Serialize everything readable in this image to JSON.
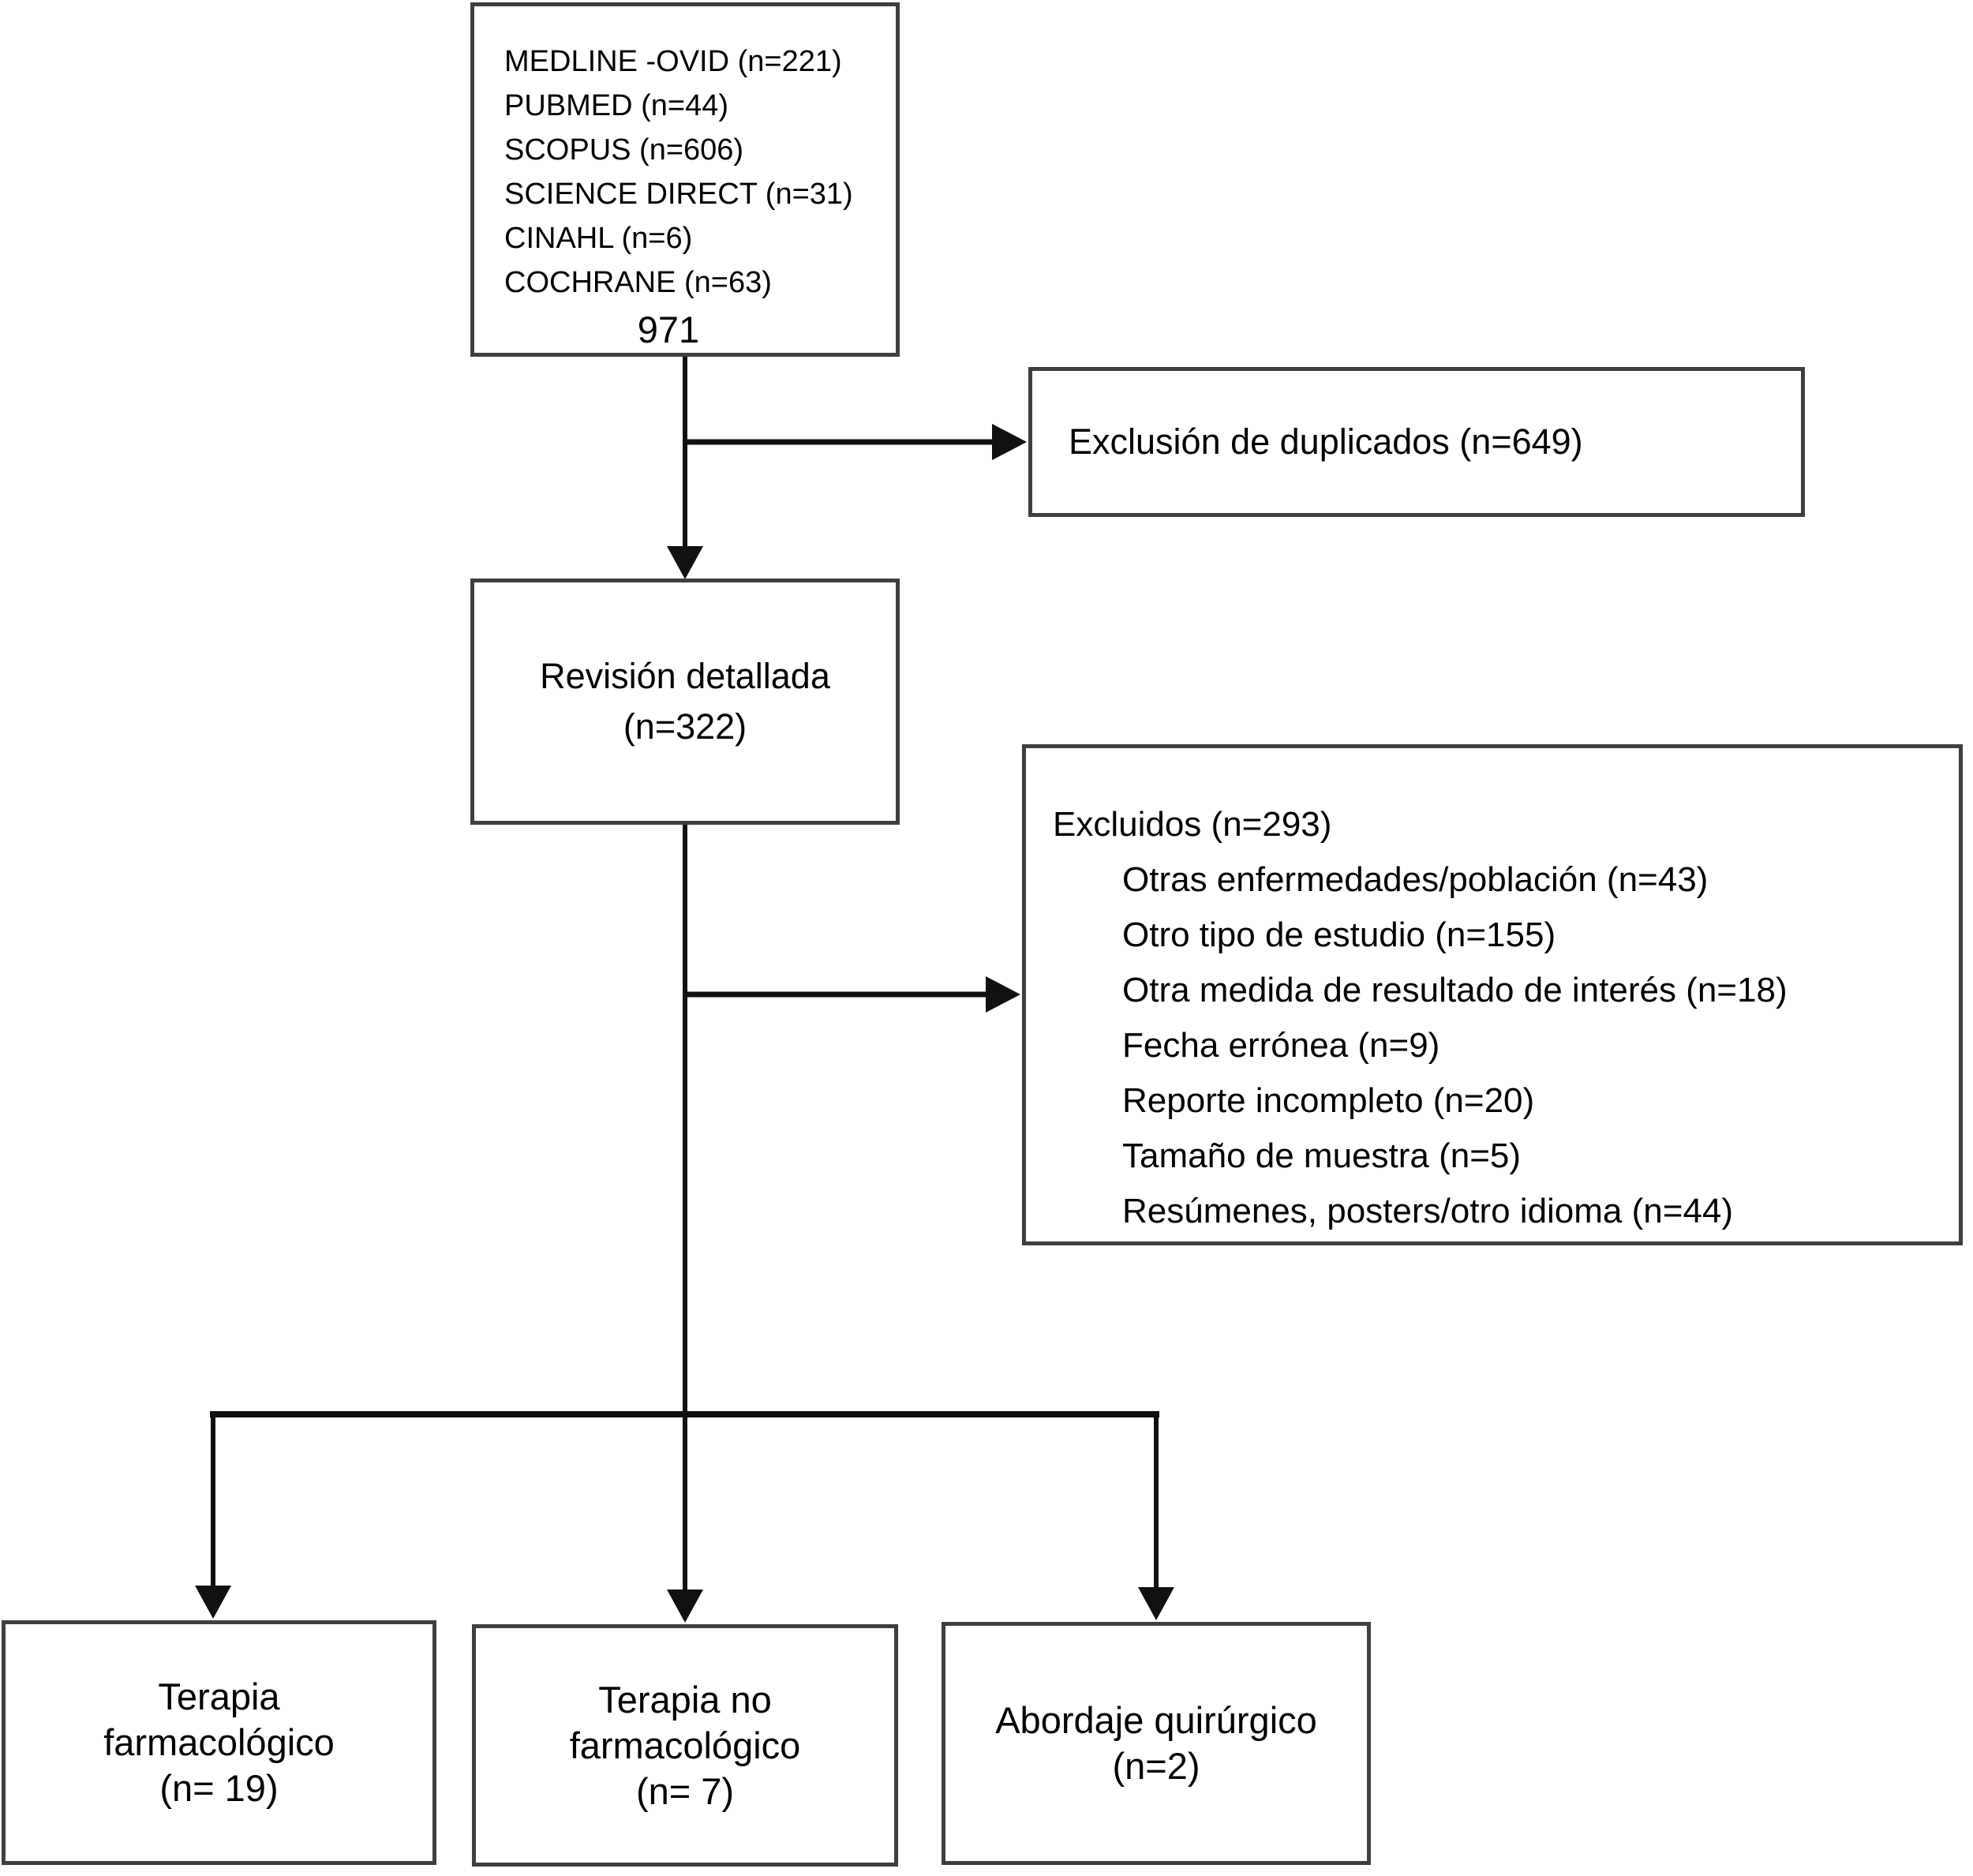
{
  "colors": {
    "background": "#ffffff",
    "box_border": "#3f3f3f",
    "connector": "#111111",
    "text": "#000000"
  },
  "flowchart": {
    "sources_box": {
      "items": [
        "MEDLINE -OVID (n=221)",
        "PUBMED (n=44)",
        "SCOPUS (n=606)",
        "SCIENCE DIRECT (n=31)",
        "CINAHL (n=6)",
        "COCHRANE (n=63)"
      ],
      "total": "971"
    },
    "duplicates_box": {
      "label": "Exclusión de duplicados (n=649)"
    },
    "review_box": {
      "title": "Revisión detallada",
      "count": "(n=322)"
    },
    "excluded_box": {
      "header": "Excluidos (n=293)",
      "reasons": [
        "Otras enfermedades/población (n=43)",
        "Otro tipo de estudio (n=155)",
        "Otra medida de resultado de interés (n=18)",
        "Fecha errónea (n=9)",
        "Reporte incompleto (n=20)",
        "Tamaño de muestra (n=5)",
        "Resúmenes, posters/otro idioma (n=44)"
      ]
    },
    "outcome_boxes": {
      "pharmacological": {
        "line1": "Terapia",
        "line2": "farmacológico",
        "line3": "(n= 19)"
      },
      "non_pharmacological": {
        "line1": "Terapia no",
        "line2": "farmacológico",
        "line3": "(n= 7)"
      },
      "surgical": {
        "line1": "Abordaje quirúrgico",
        "line2": "(n=2)"
      }
    }
  }
}
